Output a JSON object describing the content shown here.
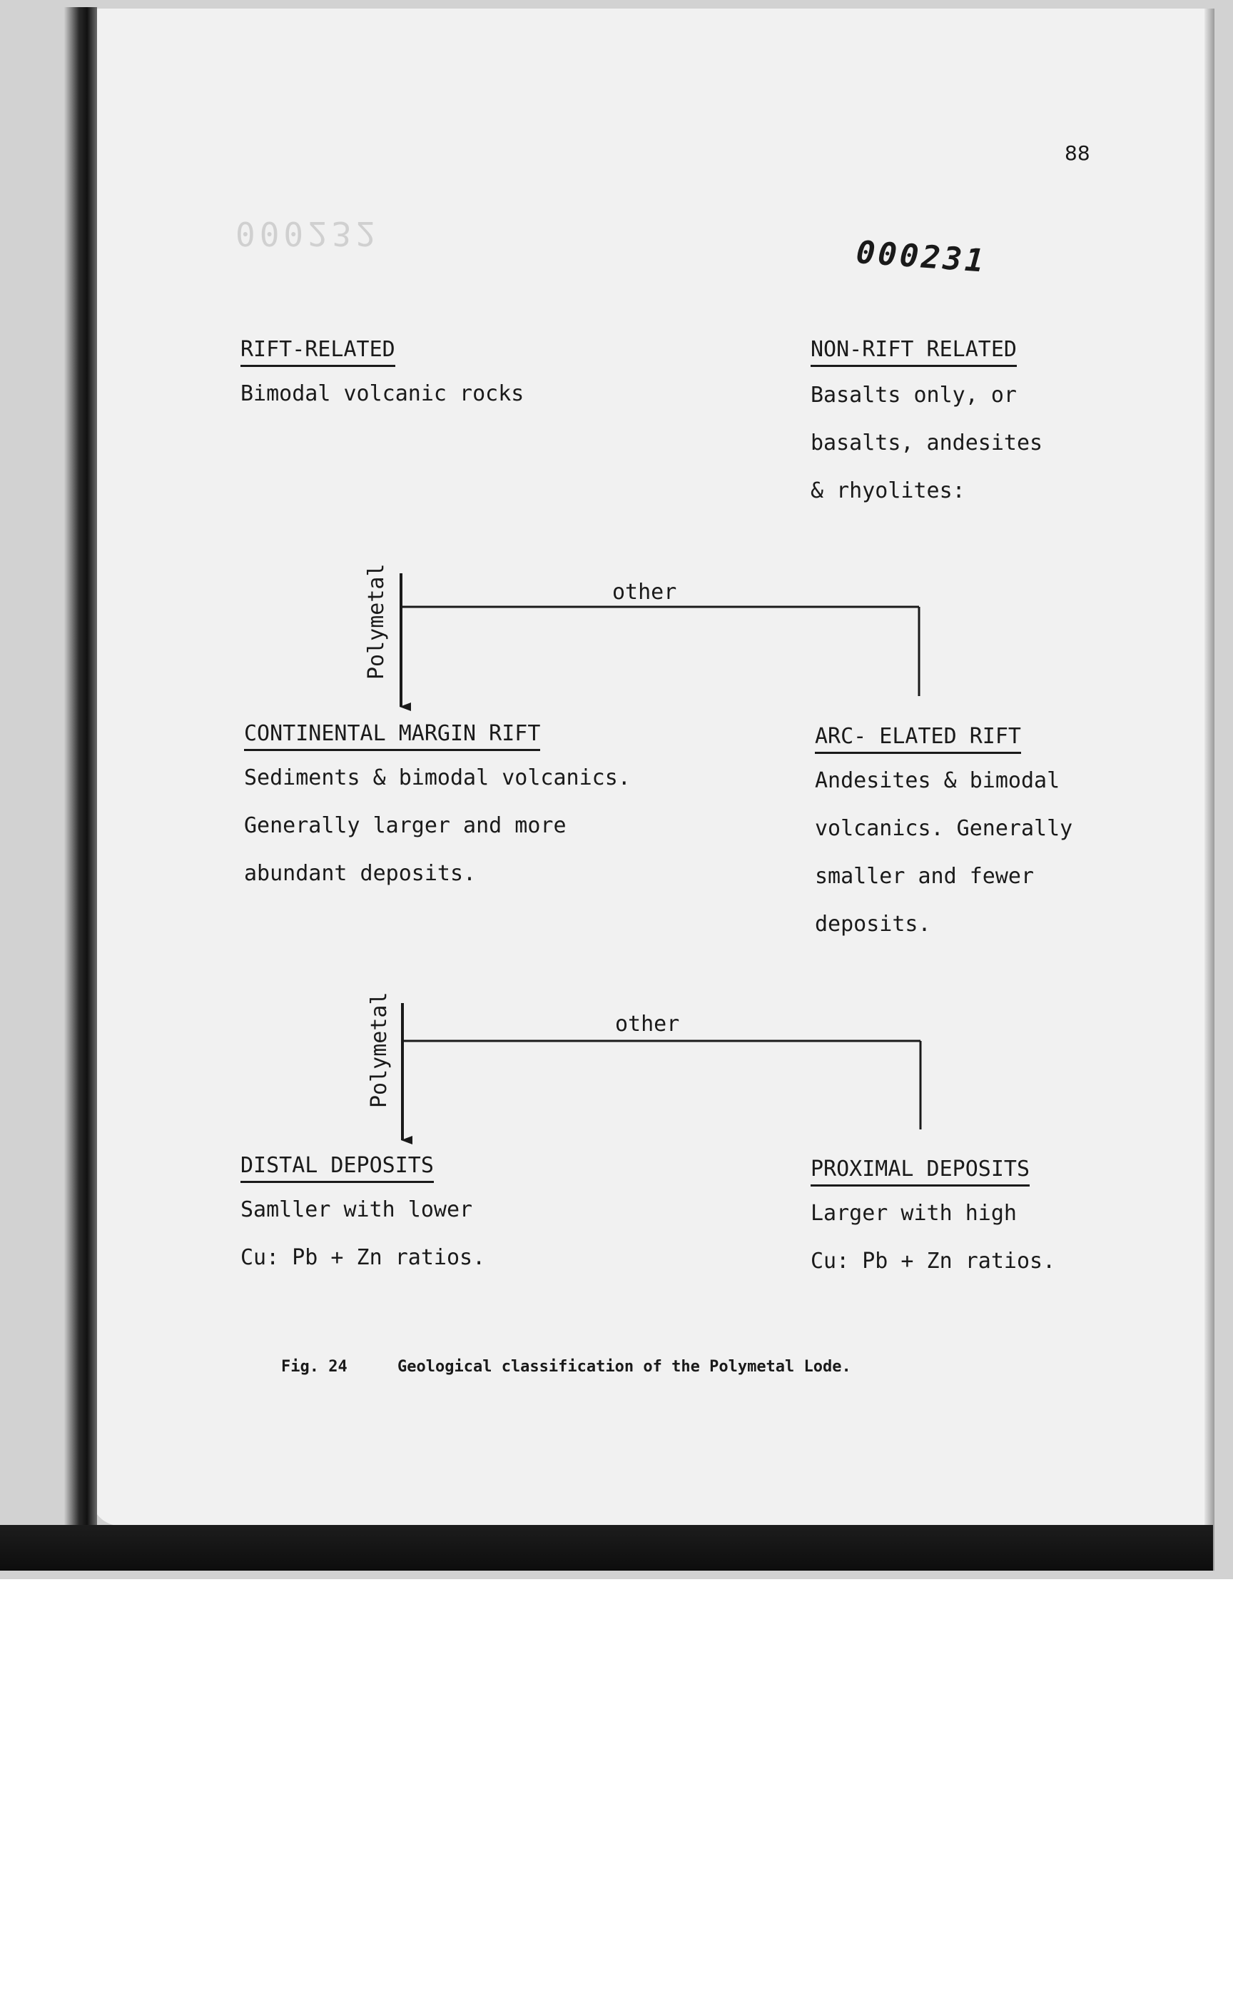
{
  "page_number": "88",
  "stamp": "000231",
  "stamp_faint": "000232",
  "blocks": {
    "rift_related": {
      "heading": "RIFT-RELATED",
      "lines": [
        "Bimodal volcanic rocks"
      ]
    },
    "non_rift_related": {
      "heading": "NON-RIFT RELATED",
      "lines": [
        "Basalts only, or",
        "basalts, andesites",
        "& rhyolites:"
      ]
    },
    "continental_margin_rift": {
      "heading": "CONTINENTAL MARGIN RIFT",
      "lines": [
        "Sediments & bimodal volcanics.",
        "Generally larger and more",
        "abundant deposits."
      ]
    },
    "arc_elated_rift": {
      "heading": "ARC- ELATED RIFT",
      "lines": [
        "Andesites & bimodal",
        "volcanics.  Generally",
        "smaller and fewer",
        "deposits."
      ]
    },
    "distal_deposits": {
      "heading": "DISTAL DEPOSITS",
      "lines": [
        "Samller with lower",
        "Cu: Pb + Zn ratios."
      ]
    },
    "proximal_deposits": {
      "heading": "PROXIMAL DEPOSITS",
      "lines": [
        "Larger with high",
        "Cu: Pb + Zn ratios."
      ]
    }
  },
  "connectors": {
    "upper": {
      "vertical_label": "Polymetal",
      "horizontal_label": "other"
    },
    "lower": {
      "vertical_label": "Polymetal",
      "horizontal_label": "other"
    }
  },
  "caption": {
    "label": "Fig. 24",
    "text": "Geological classification of the Polymetal Lode."
  }
}
